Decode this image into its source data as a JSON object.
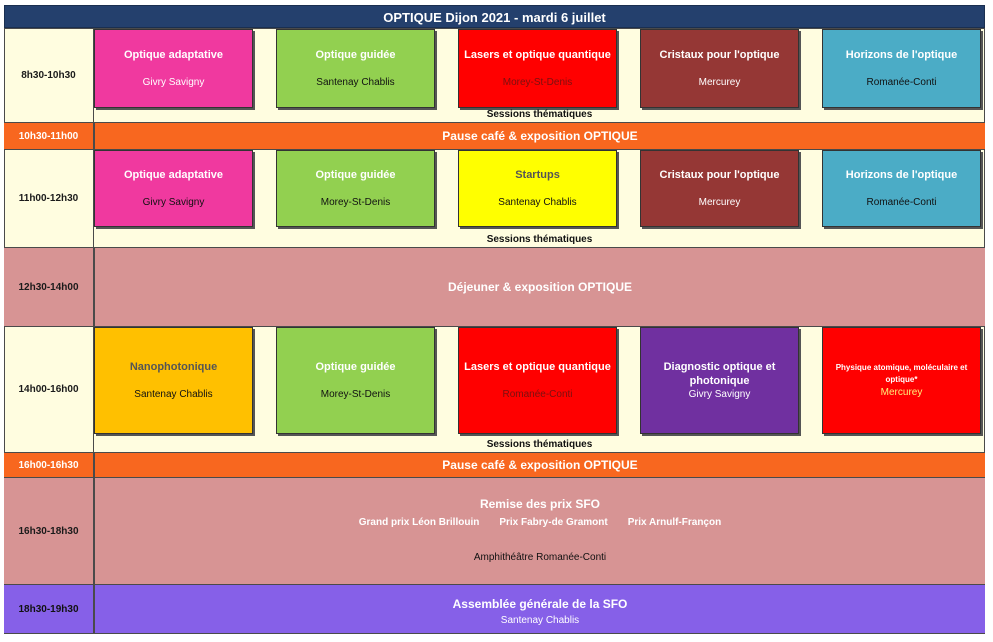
{
  "title": "OPTIQUE Dijon 2021 - mardi 6 juillet",
  "colors": {
    "header": "#24406d",
    "pink": "#f0399f",
    "green": "#92d050",
    "red": "#ff0000",
    "brown": "#953735",
    "teal": "#4bacc6",
    "yellow": "#ffff00",
    "orange": "#ffc000",
    "purple": "#7030a0",
    "pause": "#f8671f",
    "lunch": "#d79494",
    "assembly": "#8660e8",
    "sheet": "#fffde0"
  },
  "slots": {
    "s1": {
      "time": "8h30-10h30",
      "sessions_label": "Sessions thématiques",
      "boxes": [
        {
          "title": "Optique adaptative",
          "location": "Givry Savigny"
        },
        {
          "title": "Optique guidée",
          "location": "Santenay Chablis"
        },
        {
          "title": "Lasers et optique quantique",
          "location": "Morey-St-Denis"
        },
        {
          "title": "Cristaux pour l'optique",
          "location": "Mercurey"
        },
        {
          "title": "Horizons de l'optique",
          "location": "Romanée-Conti"
        }
      ]
    },
    "p1": {
      "time": "10h30-11h00",
      "label": "Pause café & exposition OPTIQUE"
    },
    "s2": {
      "time": "11h00-12h30",
      "sessions_label": "Sessions thématiques",
      "boxes": [
        {
          "title": "Optique adaptative",
          "location": "Givry Savigny"
        },
        {
          "title": "Optique guidée",
          "location": "Morey-St-Denis"
        },
        {
          "title": "Startups",
          "location": "Santenay Chablis"
        },
        {
          "title": "Cristaux pour l'optique",
          "location": "Mercurey"
        },
        {
          "title": "Horizons de l'optique",
          "location": "Romanée-Conti"
        }
      ]
    },
    "lunch": {
      "time": "12h30-14h00",
      "label": "Déjeuner & exposition OPTIQUE"
    },
    "s3": {
      "time": "14h00-16h00",
      "sessions_label": "Sessions thématiques",
      "boxes": [
        {
          "title": "Nanophotonique",
          "location": "Santenay Chablis"
        },
        {
          "title": "Optique guidée",
          "location": "Morey-St-Denis"
        },
        {
          "title": "Lasers et optique quantique",
          "location": "Romanée-Conti"
        },
        {
          "title": "Diagnostic optique et photonique",
          "location": "Givry Savigny"
        },
        {
          "title": "Physique atomique, moléculaire et optique*",
          "location": "Mercurey"
        }
      ]
    },
    "p2": {
      "time": "16h00-16h30",
      "label": "Pause café & exposition OPTIQUE"
    },
    "prix": {
      "time": "16h30-18h30",
      "title": "Remise des prix SFO",
      "prizes": [
        "Grand prix Léon Brillouin",
        "Prix Fabry-de Gramont",
        "Prix Arnulf-Françon"
      ],
      "location": "Amphithéâtre Romanée-Conti"
    },
    "ag": {
      "time": "18h30-19h30",
      "title": "Assemblée générale de la SFO",
      "location": "Santenay Chablis"
    }
  }
}
